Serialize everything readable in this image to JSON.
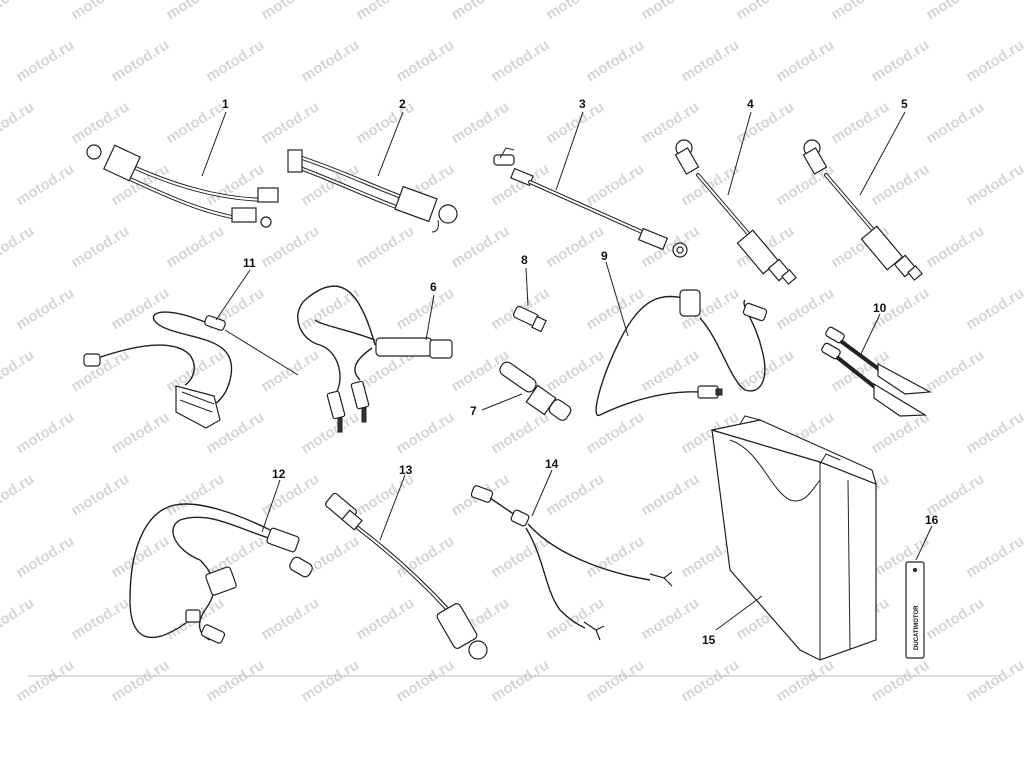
{
  "watermark": {
    "text": "motod.ru"
  },
  "callouts": [
    {
      "id": "1",
      "label": "1"
    },
    {
      "id": "2",
      "label": "2"
    },
    {
      "id": "3",
      "label": "3"
    },
    {
      "id": "4",
      "label": "4"
    },
    {
      "id": "5",
      "label": "5"
    },
    {
      "id": "6",
      "label": "6"
    },
    {
      "id": "7",
      "label": "7"
    },
    {
      "id": "8",
      "label": "8"
    },
    {
      "id": "9",
      "label": "9"
    },
    {
      "id": "10",
      "label": "10"
    },
    {
      "id": "11",
      "label": "11"
    },
    {
      "id": "12",
      "label": "12"
    },
    {
      "id": "13",
      "label": "13"
    },
    {
      "id": "14",
      "label": "14"
    },
    {
      "id": "15",
      "label": "15"
    },
    {
      "id": "16",
      "label": "16"
    }
  ],
  "tag": {
    "brand_text": "DUCATIMOTOR"
  }
}
